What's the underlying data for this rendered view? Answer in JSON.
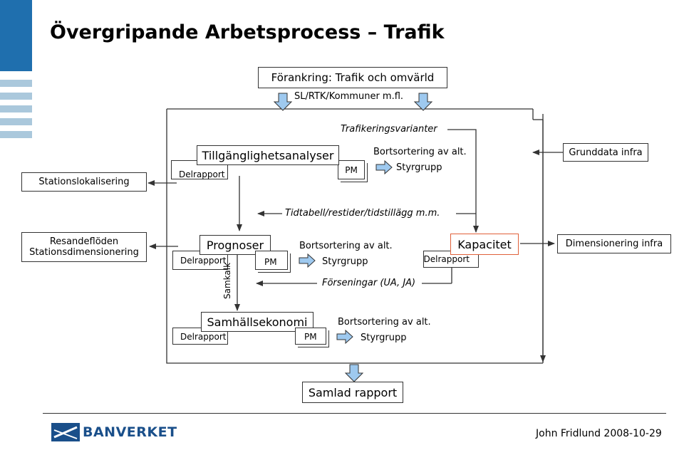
{
  "title": "Övergripande Arbetsprocess – Trafik",
  "top": {
    "forankring": "Förankring: Trafik och omvärld",
    "sl": "SL/RTK/Kommuner m.fl.",
    "trafikeringsvarianter": "Trafikeringsvarianter"
  },
  "left": {
    "stationslokalisering": "Stationslokalisering",
    "resandefloden": "Resandeflöden",
    "stationsdimensionering": "Stationsdimensionering"
  },
  "right": {
    "grunddata": "Grunddata infra",
    "dimensionering": "Dimensionering infra"
  },
  "row1": {
    "main": "Tillgänglighetsanalyser",
    "delrapport": "Delrapport",
    "pm": "PM",
    "bortsortering": "Bortsortering av alt.",
    "styrgrupp": "Styrgrupp"
  },
  "tidtabell": "Tidtabell/restider/tidstillägg m.m.",
  "row2": {
    "main": "Prognoser",
    "delrapport": "Delrapport",
    "pm": "PM",
    "samkalk": "Samkalk",
    "bortsortering": "Bortsortering av alt.",
    "styrgrupp": "Styrgrupp",
    "kapacitet": "Kapacitet",
    "kap_delrapport": "Delrapport",
    "forseningar": "Förseningar (UA, JA)"
  },
  "row3": {
    "main": "Samhällsekonomi",
    "delrapport": "Delrapport",
    "pm": "PM",
    "bortsortering": "Bortsortering av alt.",
    "styrgrupp": "Styrgrupp"
  },
  "samlad": "Samlad rapport",
  "footer": {
    "logo": "BANVERKET",
    "author": "John Fridlund 2008-10-29"
  },
  "colors": {
    "sidebar_dark": "#1f6fae",
    "sidebar_light": "#aac8dc",
    "arrow_fill": "#9ec9ef",
    "kapacitet_border": "#e0603a",
    "logo_blue": "#1a4f8a"
  }
}
